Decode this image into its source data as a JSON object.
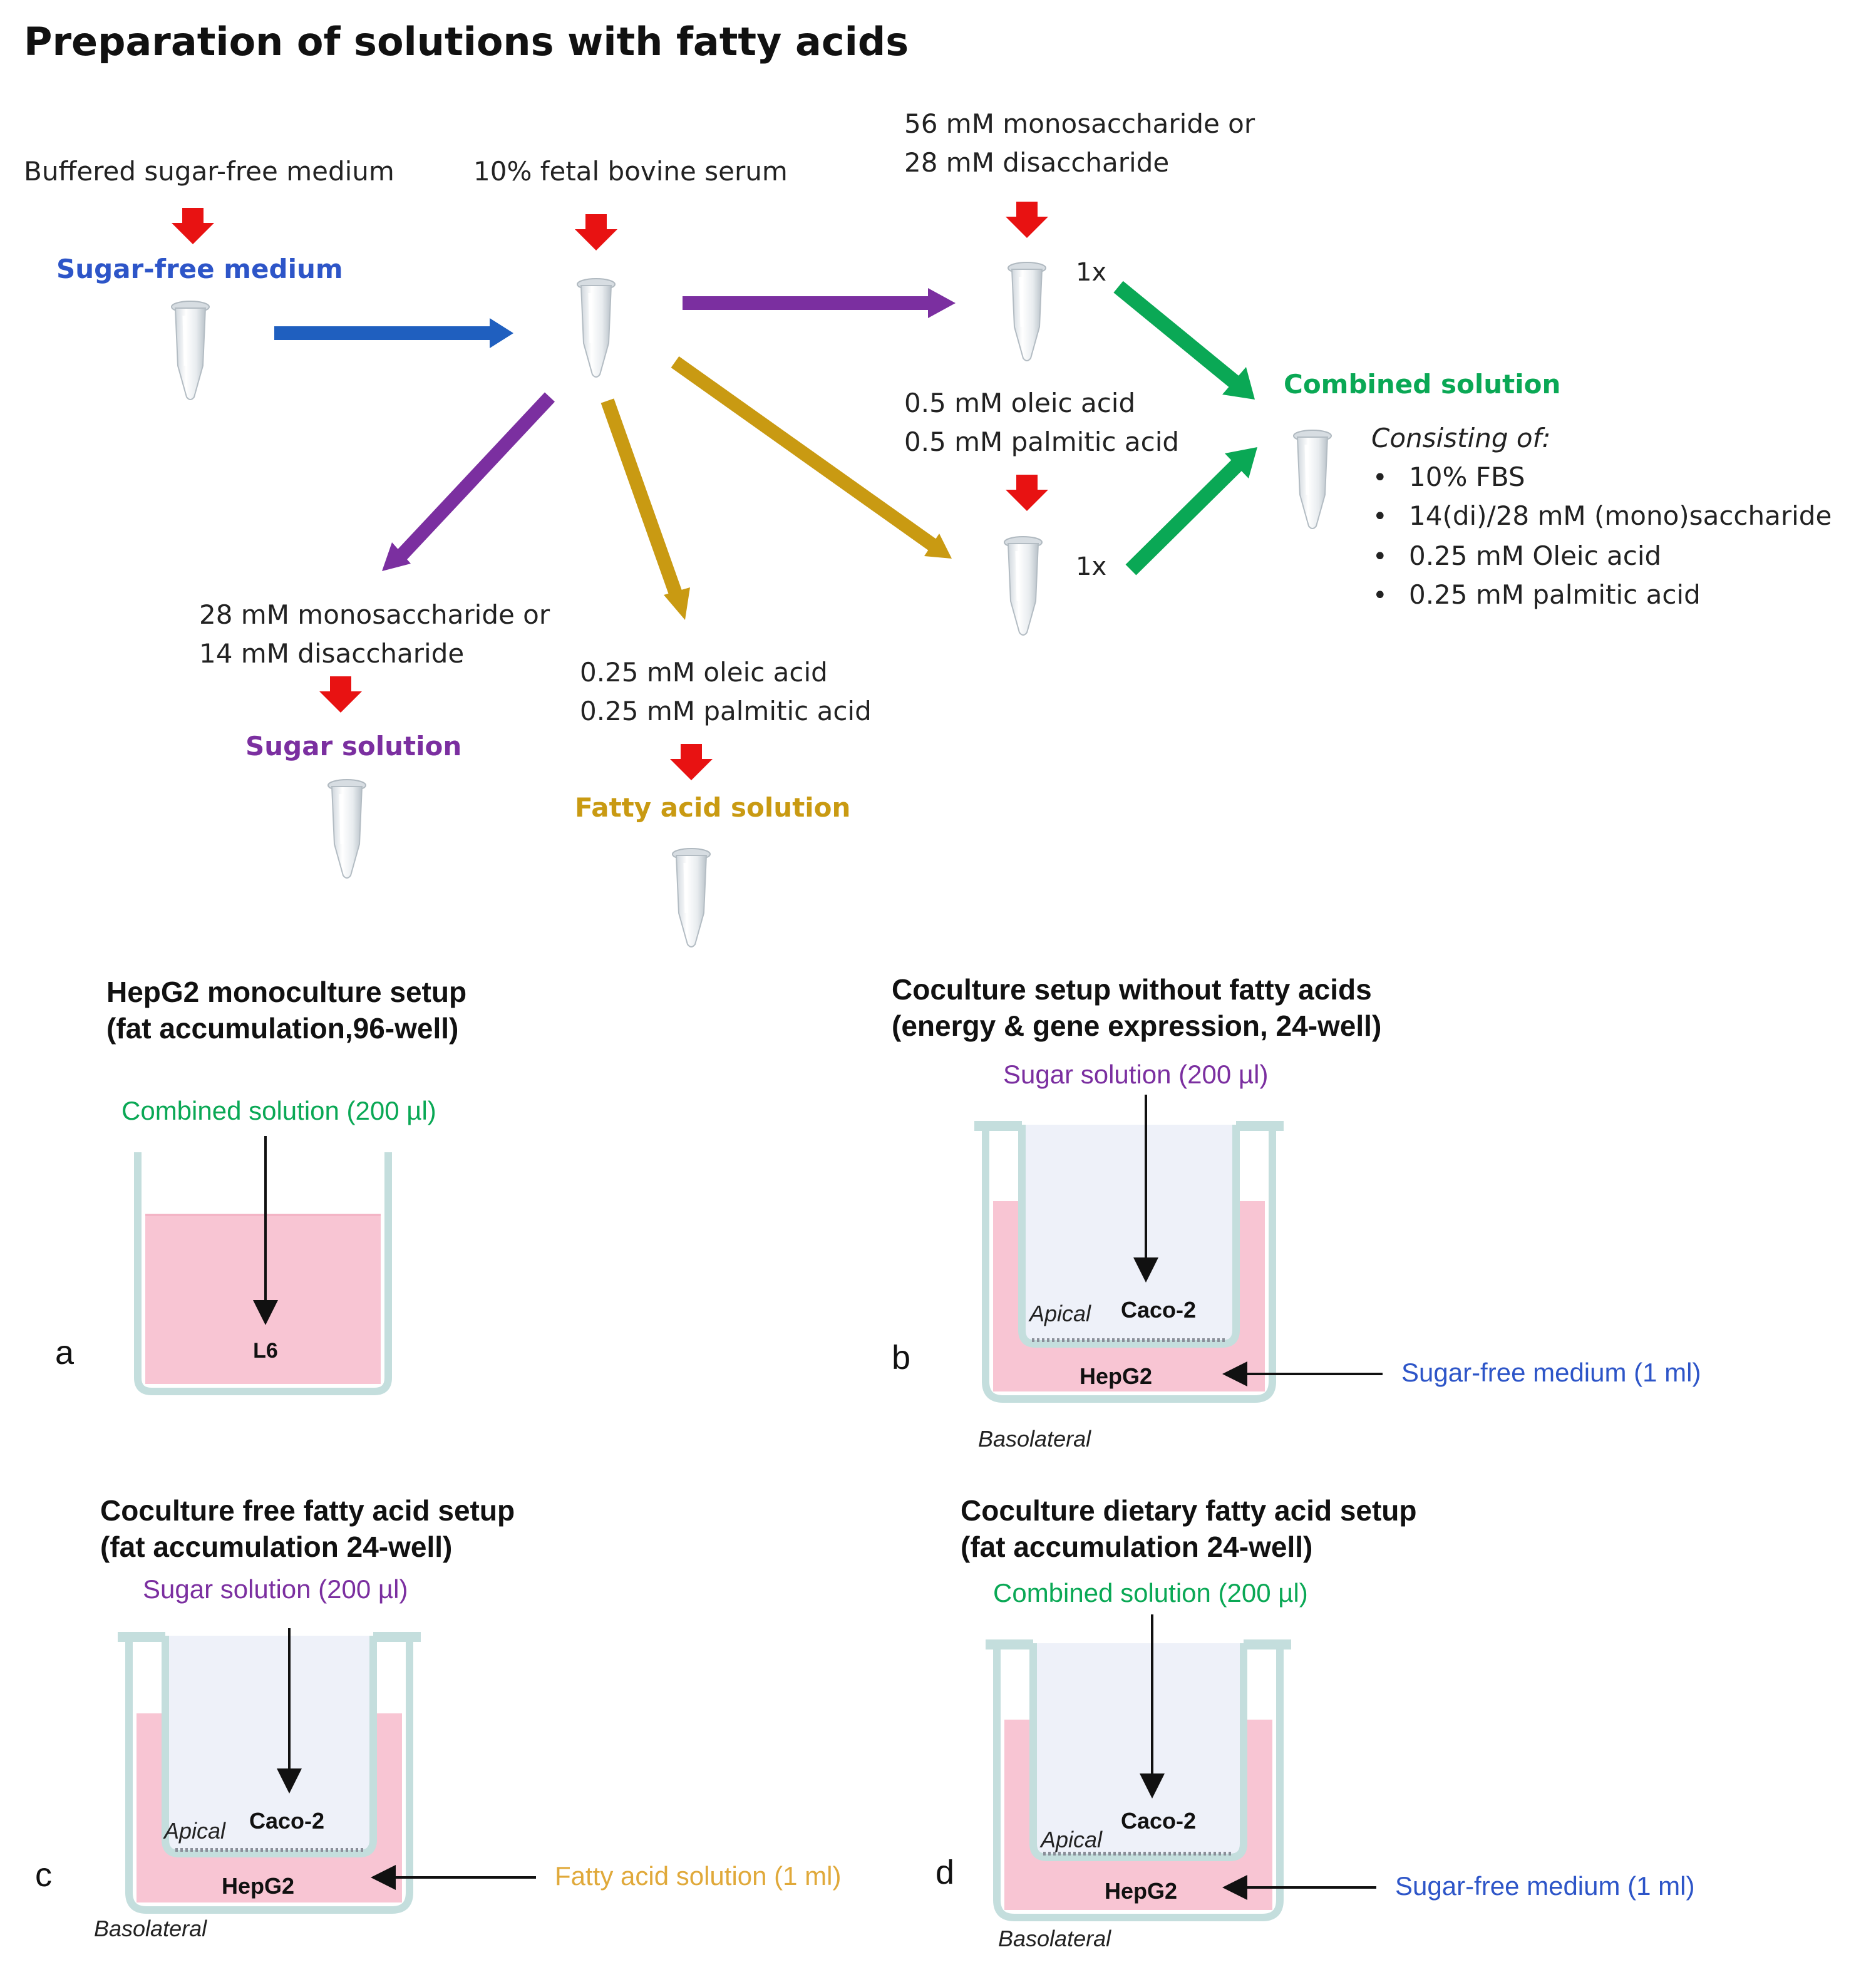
{
  "title": "Preparation of solutions with fatty acids",
  "colors": {
    "blue_arrow": "#1f5fbf",
    "purple": "#7b2fa0",
    "gold": "#c99a12",
    "green": "#0aa855",
    "red": "#e81212",
    "blue_text": "#2d55c8",
    "pink_medium": "#f8c5d3",
    "well_wall": "#c4dedd",
    "insert_fill": "#eef1f9"
  },
  "top": {
    "buffered_label": "Buffered sugar-free medium",
    "fbs_label": "10% fetal bovine serum",
    "sugar_free_medium": "Sugar-free medium",
    "sugar56_line1": "56 mM monosaccharide or",
    "sugar56_line2": "28 mM disaccharide",
    "fa05_line1": "0.5 mM oleic acid",
    "fa05_line2": "0.5 mM palmitic acid",
    "onex_top": "1x",
    "onex_bottom": "1x",
    "combined_title": "Combined solution",
    "consisting_of": "Consisting of:",
    "consisting_items": [
      "10% FBS",
      "14(di)/28 mM (mono)saccharide",
      "0.25 mM Oleic acid",
      "0.25 mM palmitic acid"
    ],
    "sugar28_line1": "28 mM monosaccharide or",
    "sugar28_line2": "14 mM disaccharide",
    "sugar_solution": "Sugar solution",
    "fa025_line1": "0.25 mM oleic acid",
    "fa025_line2": "0.25 mM palmitic acid",
    "fatty_acid_solution": "Fatty acid solution"
  },
  "panel_a": {
    "letter": "a",
    "title_line1": "HepG2 monoculture setup",
    "title_line2": "(fat accumulation,96-well)",
    "input_label": "Combined solution (200 µl)",
    "cell_label": "L6"
  },
  "panel_b": {
    "letter": "b",
    "title_line1": "Coculture setup without fatty acids",
    "title_line2": "(energy & gene expression, 24-well)",
    "top_label": "Sugar solution (200 µl)",
    "apical": "Apical",
    "insert_cell": "Caco-2",
    "bottom_cell": "HepG2",
    "basolateral": "Basolateral",
    "side_label": "Sugar-free medium (1 ml)"
  },
  "panel_c": {
    "letter": "c",
    "title_line1": "Coculture free fatty acid setup",
    "title_line2": "(fat accumulation 24-well)",
    "top_label": "Sugar solution (200 µl)",
    "apical": "Apical",
    "insert_cell": "Caco-2",
    "bottom_cell": "HepG2",
    "basolateral": "Basolateral",
    "side_label": "Fatty acid solution (1 ml)"
  },
  "panel_d": {
    "letter": "d",
    "title_line1": "Coculture dietary fatty acid setup",
    "title_line2": "(fat accumulation 24-well)",
    "top_label": "Combined solution (200 µl)",
    "apical": "Apical",
    "insert_cell": "Caco-2",
    "bottom_cell": "HepG2",
    "basolateral": "Basolateral",
    "side_label": "Sugar-free medium (1 ml)"
  }
}
